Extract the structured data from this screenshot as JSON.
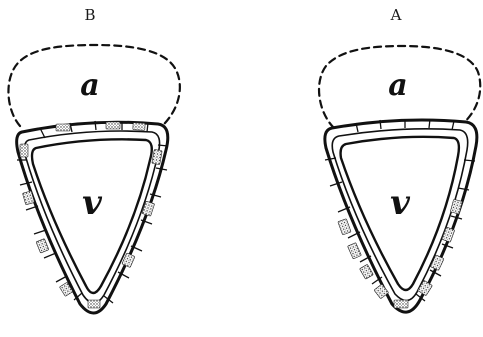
{
  "figure": {
    "panels": [
      {
        "id": "B",
        "label": "B",
        "atrium_label": "a",
        "ventricle_label": "v"
      },
      {
        "id": "A",
        "label": "A",
        "atrium_label": "a",
        "ventricle_label": "v"
      }
    ],
    "colors": {
      "ink": "#111111",
      "paper": "#ffffff"
    }
  }
}
